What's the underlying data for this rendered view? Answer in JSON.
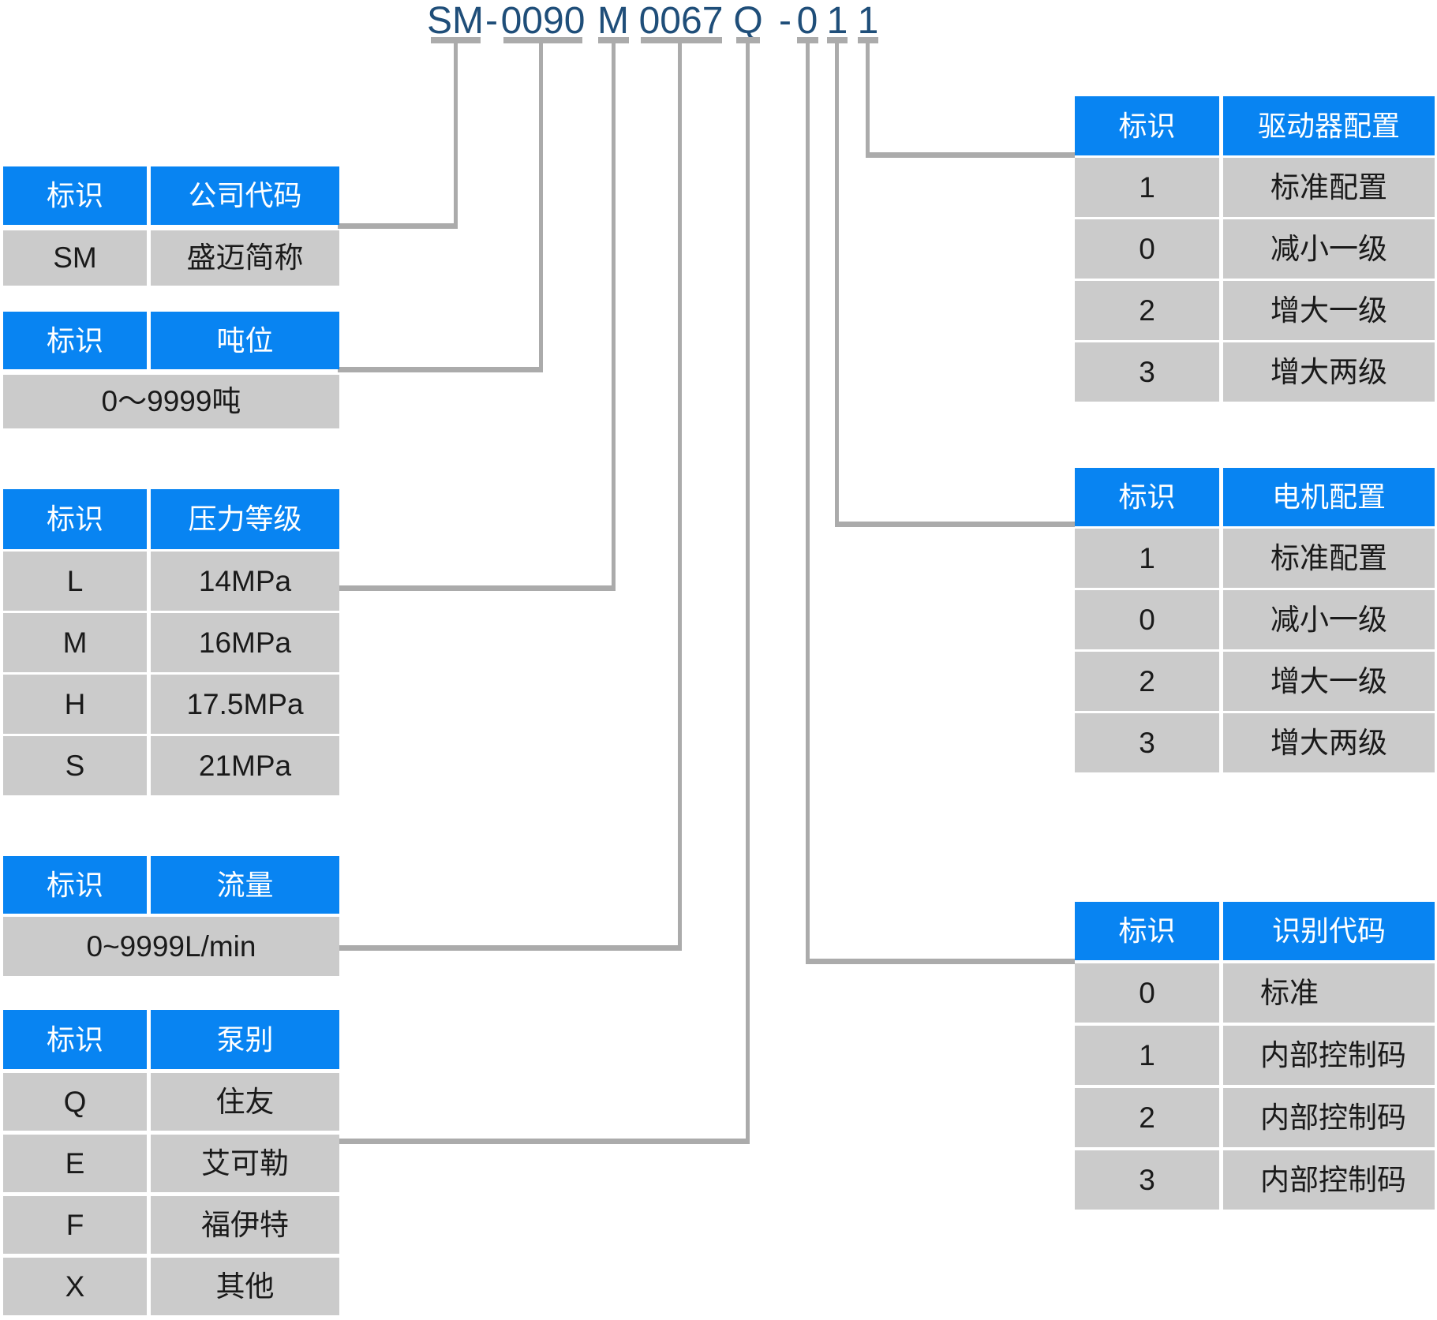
{
  "title": {
    "full_code": "SM-0090 M 0067 Q - 0 1 1",
    "segments": [
      "SM",
      "-",
      "0090",
      "M",
      "0067",
      "Q",
      "-",
      "0",
      "1",
      "1"
    ]
  },
  "tables": {
    "company": {
      "headers": [
        "标识",
        "公司代码"
      ],
      "rows": [
        [
          "SM",
          "盛迈简称"
        ]
      ]
    },
    "tonnage": {
      "headers": [
        "标识",
        "吨位"
      ],
      "merged_row": "0〜9999吨"
    },
    "pressure": {
      "headers": [
        "标识",
        "压力等级"
      ],
      "rows": [
        [
          "L",
          "14MPa"
        ],
        [
          "M",
          "16MPa"
        ],
        [
          "H",
          "17.5MPa"
        ],
        [
          "S",
          "21MPa"
        ]
      ]
    },
    "flow": {
      "headers": [
        "标识",
        "流量"
      ],
      "merged_row": "0~9999L/min"
    },
    "pump": {
      "headers": [
        "标识",
        "泵别"
      ],
      "rows": [
        [
          "Q",
          "住友"
        ],
        [
          "E",
          "艾可勒"
        ],
        [
          "F",
          "福伊特"
        ],
        [
          "X",
          "其他"
        ]
      ]
    },
    "driver": {
      "headers": [
        "标识",
        "驱动器配置"
      ],
      "rows": [
        [
          "1",
          "标准配置"
        ],
        [
          "0",
          "减小一级"
        ],
        [
          "2",
          "增大一级"
        ],
        [
          "3",
          "增大两级"
        ]
      ]
    },
    "motor": {
      "headers": [
        "标识",
        "电机配置"
      ],
      "rows": [
        [
          "1",
          "标准配置"
        ],
        [
          "0",
          "减小一级"
        ],
        [
          "2",
          "增大一级"
        ],
        [
          "3",
          "增大两级"
        ]
      ]
    },
    "id_code": {
      "headers": [
        "标识",
        "识别代码"
      ],
      "rows": [
        [
          "0",
          "标准"
        ],
        [
          "1",
          "内部控制码"
        ],
        [
          "2",
          "内部控制码"
        ],
        [
          "3",
          "内部控制码"
        ]
      ]
    }
  },
  "colors": {
    "header_blue": "#0884F2",
    "cell_gray": "#CBCBCB",
    "line_gray": "#ABABAB",
    "title_navy": "#1F4E79"
  }
}
